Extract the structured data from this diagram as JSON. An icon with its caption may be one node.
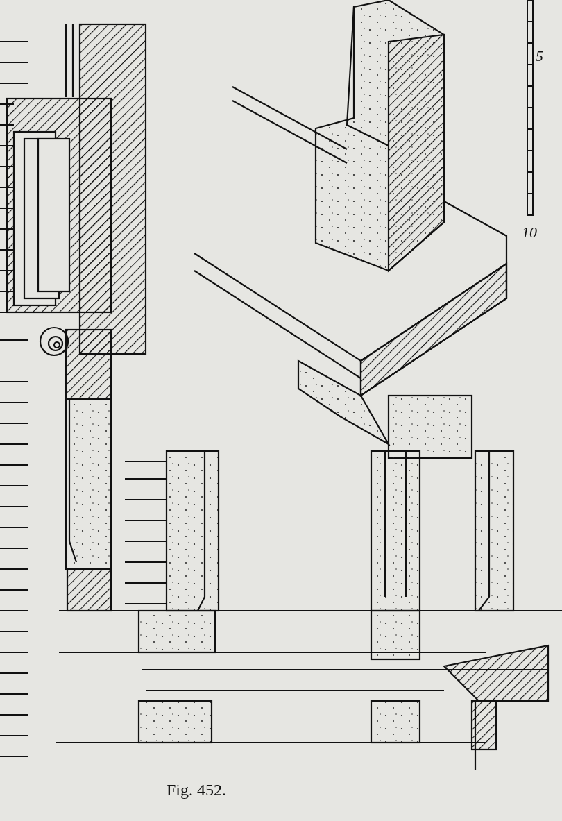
{
  "diagram": {
    "caption": "Fig. 452.",
    "labels": [
      "5",
      "10"
    ]
  }
}
